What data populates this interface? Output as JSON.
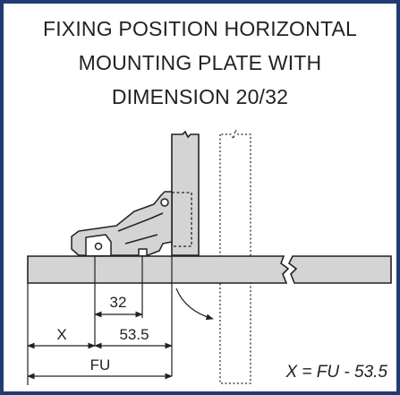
{
  "title": {
    "line1": "FIXING POSITION HORIZONTAL",
    "line2": "MOUNTING PLATE WITH",
    "line3": "DIMENSION 20/32"
  },
  "dimensions": {
    "d32": "32",
    "x": "X",
    "d53_5": "53.5",
    "fu": "FU"
  },
  "formula": "X = FU - 53.5",
  "colors": {
    "border": "#1f3b73",
    "panel": "#d4d4d4",
    "line": "#222222",
    "background": "#ffffff"
  }
}
